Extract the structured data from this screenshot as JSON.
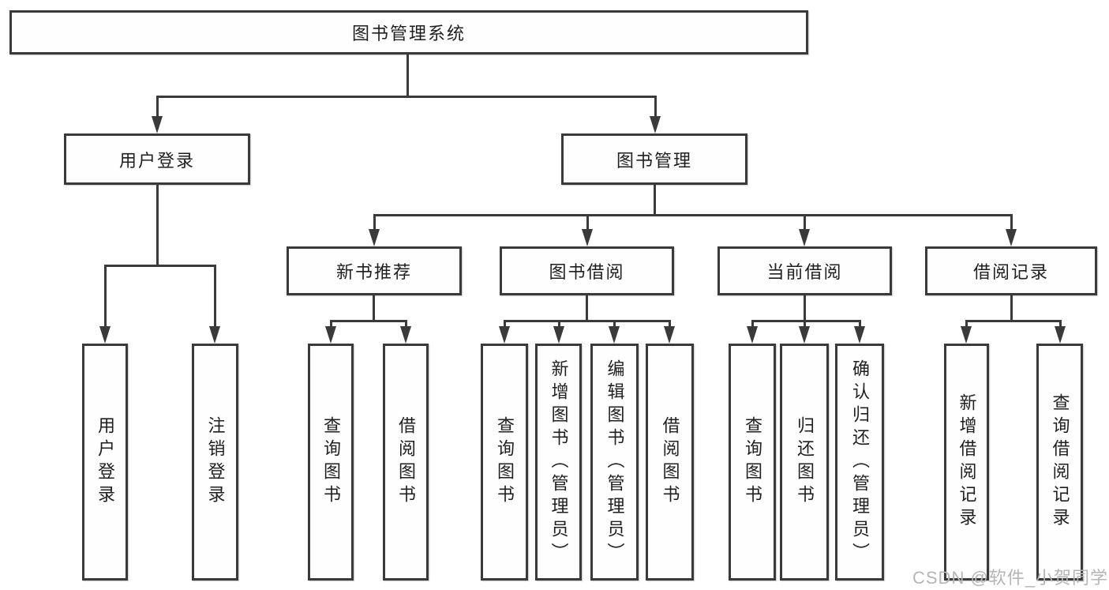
{
  "diagram_title": "图书管理系统",
  "tree": {
    "root": {
      "label": "图书管理系统"
    },
    "branches": [
      {
        "label": "用户登录",
        "children": [
          {
            "label": "用户登录"
          },
          {
            "label": "注销登录"
          }
        ]
      },
      {
        "label": "图书管理",
        "children": [
          {
            "label": "新书推荐",
            "children": [
              {
                "label": "查询图书"
              },
              {
                "label": "借阅图书"
              }
            ]
          },
          {
            "label": "图书借阅",
            "children": [
              {
                "label": "查询图书"
              },
              {
                "label": "新增图书（管理员）"
              },
              {
                "label": "编辑图书（管理员）"
              },
              {
                "label": "借阅图书"
              }
            ]
          },
          {
            "label": "当前借阅",
            "children": [
              {
                "label": "查询图书"
              },
              {
                "label": "归还图书"
              },
              {
                "label": "确认归还（管理员）"
              }
            ]
          },
          {
            "label": "借阅记录",
            "children": [
              {
                "label": "新增借阅记录"
              },
              {
                "label": "查询借阅记录"
              }
            ]
          }
        ]
      }
    ]
  },
  "watermark": {
    "text": "CSDN @软件_小贺同学"
  },
  "colors": {
    "line": "#3a3a3a",
    "text": "#1f1f1f",
    "watermark": "#b5b5b5",
    "background": "#ffffff"
  }
}
